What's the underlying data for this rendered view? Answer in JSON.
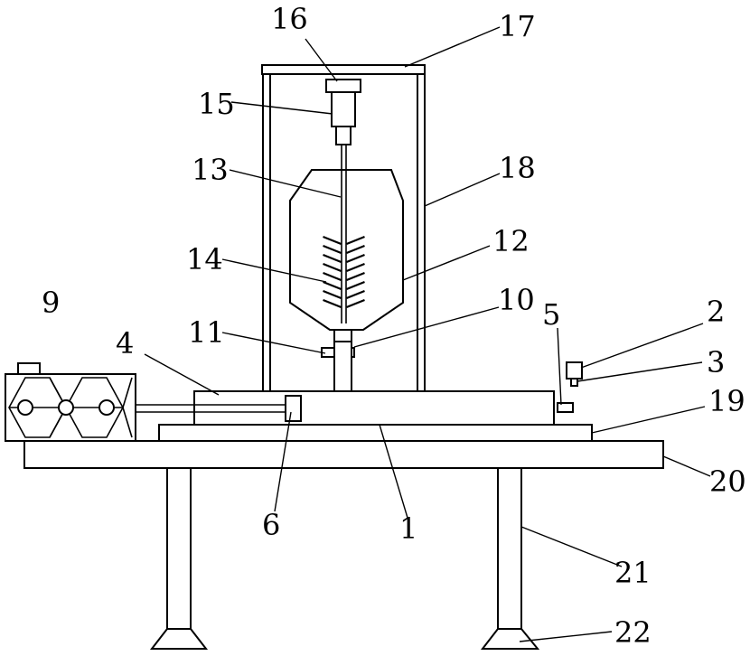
{
  "labels": {
    "l1": "1",
    "l2": "2",
    "l3": "3",
    "l4": "4",
    "l5": "5",
    "l6": "6",
    "l9": "9",
    "l10": "10",
    "l11": "11",
    "l12": "12",
    "l13": "13",
    "l14": "14",
    "l15": "15",
    "l16": "16",
    "l17": "17",
    "l18": "18",
    "l19": "19",
    "l20": "20",
    "l21": "21",
    "l22": "22"
  }
}
